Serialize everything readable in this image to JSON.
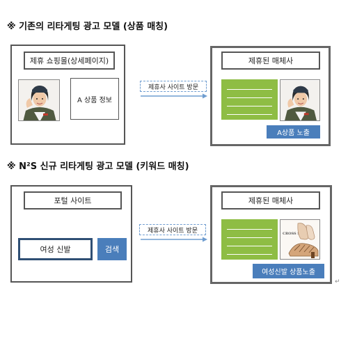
{
  "section1": {
    "title": "※ 기존의 리타게팅 광고 모델 (상품 매칭)",
    "left_box_label": "제휴 쇼핑몰(상세페이지)",
    "product_info": "A 상품 정보",
    "arrow_label": "제휴사 사이트 방문",
    "right_box_label": "제휴된 매체사",
    "exposure_button": "A상품 노출"
  },
  "section2": {
    "title": "※ N²S 신규 리타게팅 광고 모델 (키워드 매칭)",
    "left_box_label": "포털 사이트",
    "search_query": "여성 신발",
    "search_button": "검색",
    "arrow_label": "제휴사 사이트 방문",
    "right_box_label": "제휴된 매체사",
    "exposure_button": "여성신발 상품노출",
    "shoe_ad_text": "CROSS STYLE"
  },
  "colors": {
    "green": "#8ebd44",
    "blue": "#4a7ebb",
    "dashed": "#6f9dd0"
  },
  "icons": [
    "person-photo-icon",
    "shoe-photo-icon",
    "arrow-right-icon"
  ]
}
